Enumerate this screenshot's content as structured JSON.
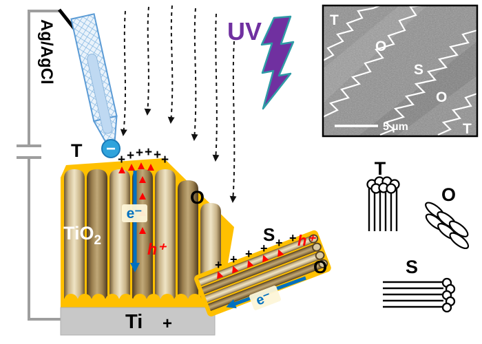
{
  "colors": {
    "gold": "#FFC000",
    "uv_purple": "#7030A0",
    "electron_blue": "#0070C0",
    "hole_red": "#FF0000",
    "electrode_blue": "#5B9BD5",
    "ti_gray": "#C8C8C8",
    "wire_gray": "#9E9E9E"
  },
  "symbols": {
    "plus": "+",
    "minus": "−"
  },
  "electrode": {
    "label": "Ag/AgCl"
  },
  "uv": {
    "label": "UV"
  },
  "sem_inset": {
    "label_t_top": "T",
    "label_o_upper": "O",
    "label_s": "S",
    "label_o_lower": "O",
    "label_t_bottom": "T",
    "scale_label": "5 µm"
  },
  "main_structure": {
    "t_label": "T",
    "material": "TiO",
    "material_sub": "2",
    "o_label": "O",
    "electron": "e⁻",
    "hole": "h⁺",
    "substrate": "Ti"
  },
  "side_structure": {
    "s_label": "S",
    "hole": "h⁺",
    "o_label": "O",
    "electron": "e⁻"
  },
  "legend_icons": {
    "t_label": "T",
    "o_label": "O",
    "s_label": "S"
  }
}
